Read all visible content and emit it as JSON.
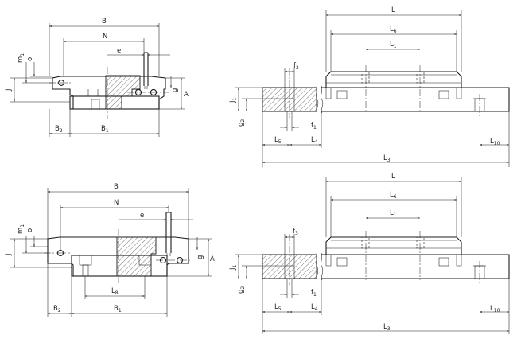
{
  "views": {
    "top_section": {
      "B": "B",
      "N": "N",
      "e": "e",
      "m1": "m",
      "m1_sub": "1",
      "o": "o",
      "J": "J",
      "g": "g",
      "A": "A",
      "B2": "B",
      "B2_sub": "2",
      "B1": "B",
      "B1_sub": "1"
    },
    "top_side": {
      "L": "L",
      "L6": "L",
      "L6_sub": "6",
      "L1": "L",
      "L1_sub": "1",
      "f2": "f",
      "f2_sub": "2",
      "J1": "J",
      "J1_sub": "1",
      "g2": "g",
      "g2_sub": "2",
      "f1": "f",
      "f1_sub": "1",
      "L5": "L",
      "L5_sub": "5",
      "L4": "L",
      "L4_sub": "4",
      "L10": "L",
      "L10_sub": "10",
      "L3": "L",
      "L3_sub": "3"
    },
    "bottom_section": {
      "B": "B",
      "N": "N",
      "e": "e",
      "m1": "m",
      "m1_sub": "1",
      "o": "o",
      "J": "J",
      "g": "g",
      "A": "A",
      "L8": "L",
      "L8_sub": "8",
      "B2": "B",
      "B2_sub": "2",
      "B1": "B",
      "B1_sub": "1"
    },
    "bottom_side": {
      "L": "L",
      "L6": "L",
      "L6_sub": "6",
      "L1": "L",
      "L1_sub": "1",
      "f3": "f",
      "f3_sub": "3",
      "J1": "J",
      "J1_sub": "1",
      "g2": "g",
      "g2_sub": "2",
      "f1": "f",
      "f1_sub": "1",
      "L5": "L",
      "L5_sub": "5",
      "L4": "L",
      "L4_sub": "4",
      "L10": "L",
      "L10_sub": "10",
      "L3": "L",
      "L3_sub": "3"
    }
  }
}
